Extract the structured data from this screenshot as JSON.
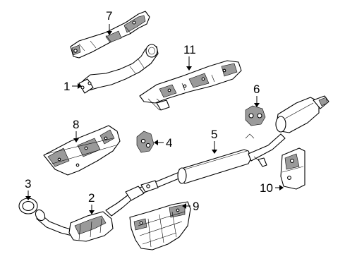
{
  "callouts": [
    {
      "key": "c1",
      "text": "1"
    },
    {
      "key": "c2",
      "text": "2"
    },
    {
      "key": "c3",
      "text": "3"
    },
    {
      "key": "c4",
      "text": "4"
    },
    {
      "key": "c5",
      "text": "5"
    },
    {
      "key": "c6",
      "text": "6"
    },
    {
      "key": "c7",
      "text": "7"
    },
    {
      "key": "c8",
      "text": "8"
    },
    {
      "key": "c9",
      "text": "9"
    },
    {
      "key": "c10",
      "text": "10"
    },
    {
      "key": "c11",
      "text": "11"
    }
  ],
  "icon": "exhaust-system-exploded-diagram"
}
